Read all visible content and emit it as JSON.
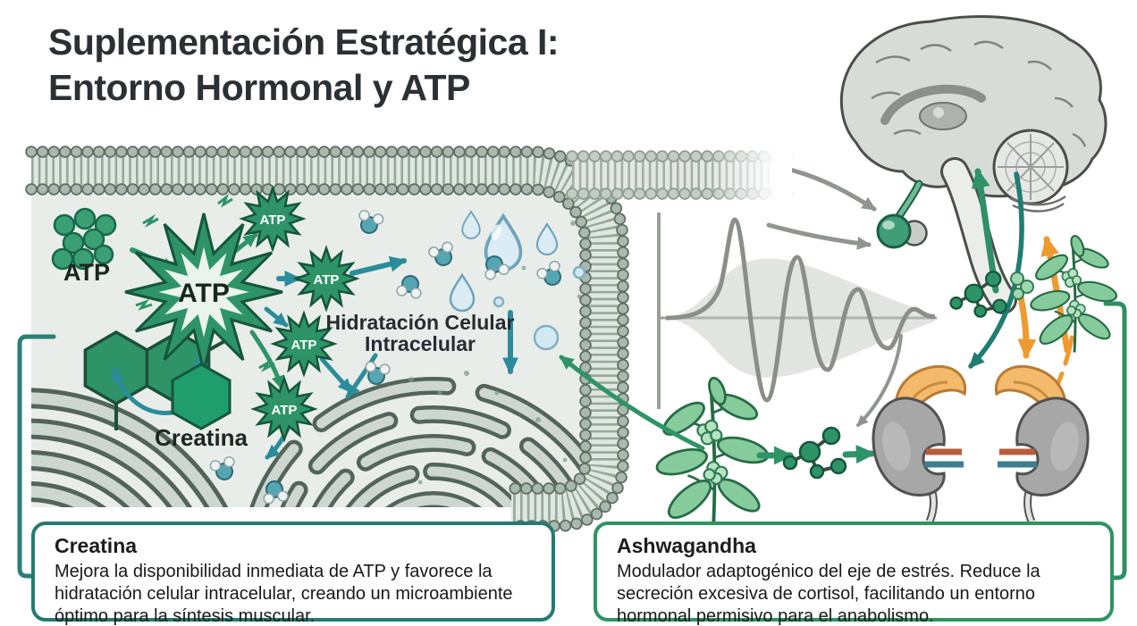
{
  "title": {
    "line1": "Suplementación Estratégica I:",
    "line2": "Entorno Hormonal y ATP"
  },
  "cell_diagram": {
    "atp_cluster_label": "ATP",
    "atp_star_label": "ATP",
    "atp_burst_label": "ATP",
    "creatine_hex_label": "Creatina",
    "hydration_label_line1": "Hidratación Celular",
    "hydration_label_line2": "Intracelular"
  },
  "cards": {
    "creatine": {
      "title": "Creatina",
      "body": "Mejora la disponibilidad inmediata de ATP y favorece la hidratación celular intracelular, creando un microambiente óptimo para la síntesis muscular."
    },
    "ashwagandha": {
      "title": "Ashwagandha",
      "body": "Modulador adaptogénico del eje de estrés. Reduce la secreción excesiva de cortisol, facilitando un entorno hormonal permisivo para el anabolismo."
    }
  },
  "palette": {
    "green": "#2e9467",
    "teal_arrow": "#2b8c9b",
    "teal_dark": "#1f7d72",
    "orange": "#ee9a2f",
    "gray": "#909590",
    "card_border_creatine": "#257b70",
    "card_border_ashwagandha": "#2e9463",
    "cell_fill": "#e8ede9",
    "adrenal_orange": "#f4ba6b",
    "kidney_gray": "#a7a7a7",
    "water_blue": "#dcecf4"
  }
}
